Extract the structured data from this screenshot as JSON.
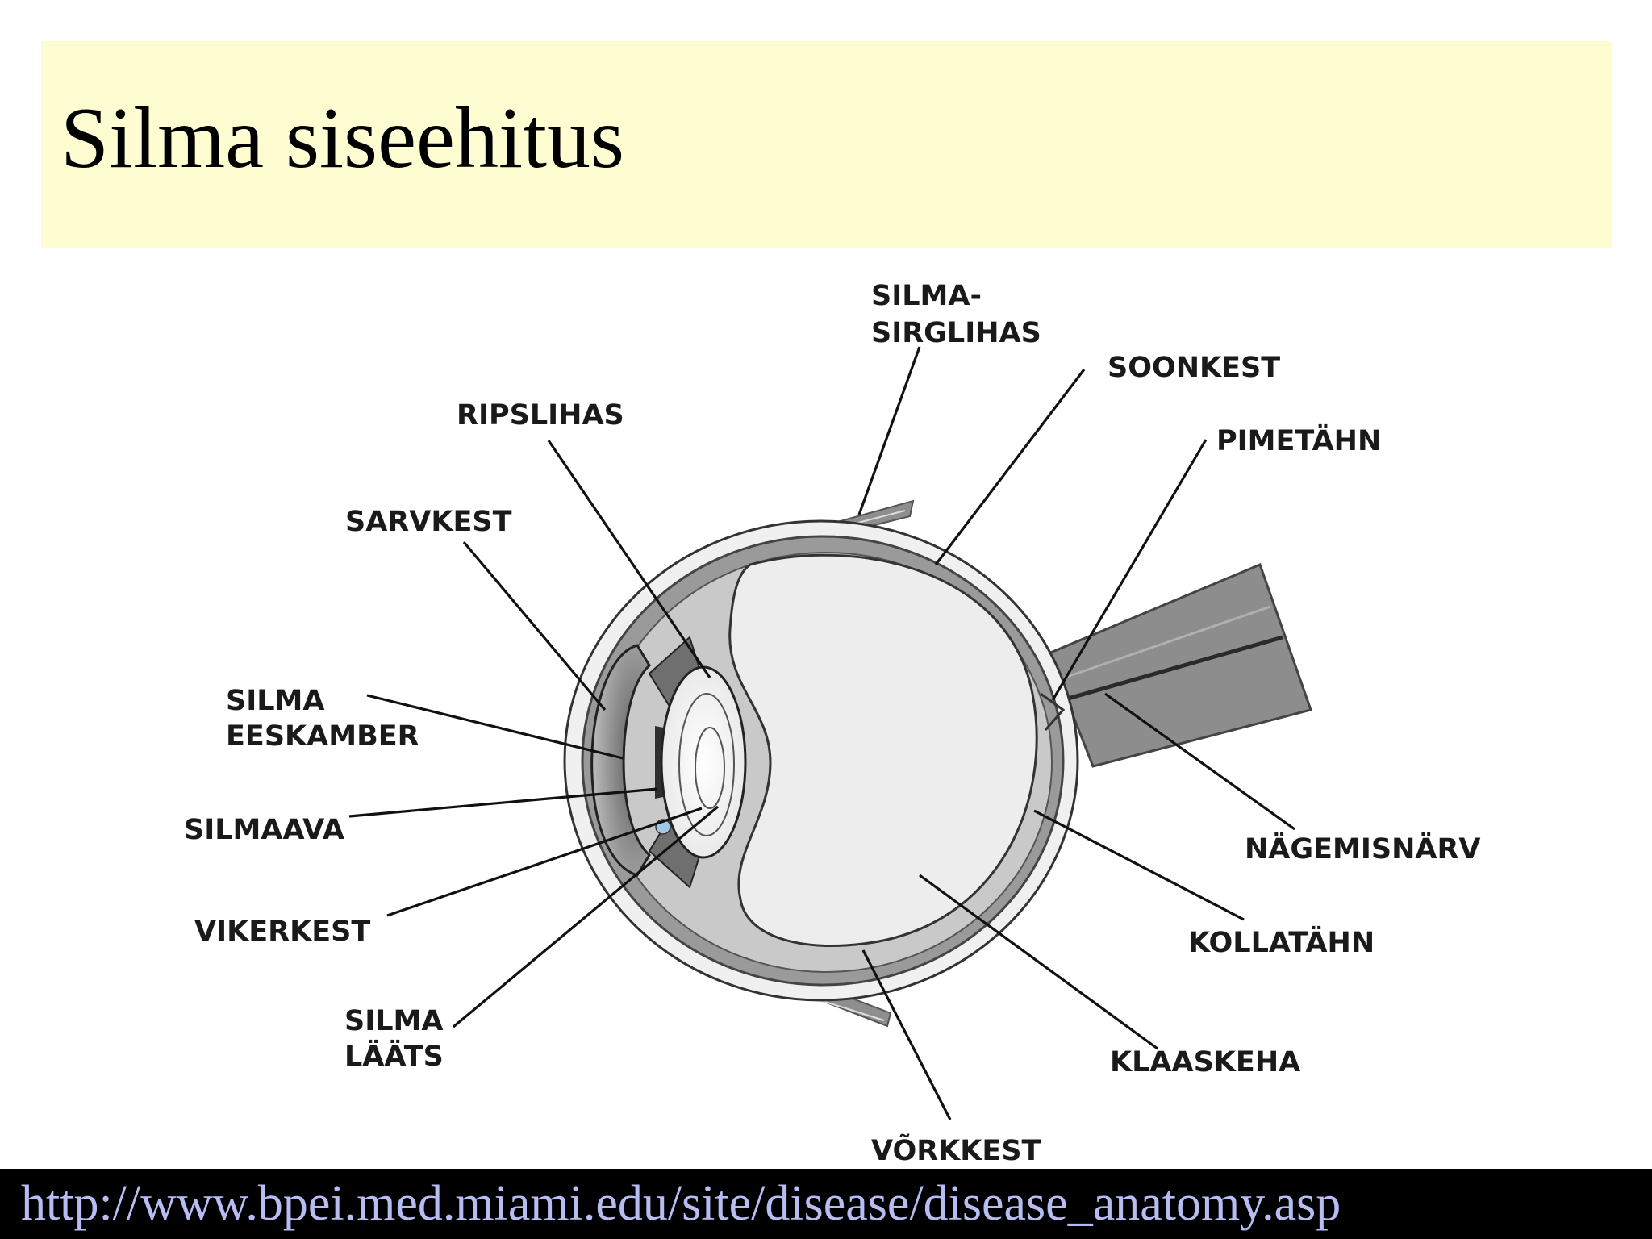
{
  "slide": {
    "title": "Silma siseehitus",
    "source_url": "http://www.bpei.med.miami.edu/site/disease/disease_anatomy.asp"
  },
  "diagram": {
    "labels": {
      "silma_sirglihas_1": "SILMA-",
      "silma_sirglihas_2": "SIRGLIHAS",
      "soonkest": "SOONKEST",
      "ripslihas": "RIPSLIHAS",
      "pimetahn": "PIMETÄHN",
      "sarvkest": "SARVKEST",
      "silma_eeskamber_1": "SILMA",
      "silma_eeskamber_2": "EESKAMBER",
      "silmaava": "SILMAAVA",
      "nagemisnarv": "NÄGEMISNÄRV",
      "vikerkest": "VIKERKEST",
      "kollatahn": "KOLLATÄHN",
      "silma_laats_1": "SILMA",
      "silma_laats_2": "LÄÄTS",
      "klaaskeha": "KLAASKEHA",
      "vorkkest": "VÕRKKEST"
    }
  }
}
